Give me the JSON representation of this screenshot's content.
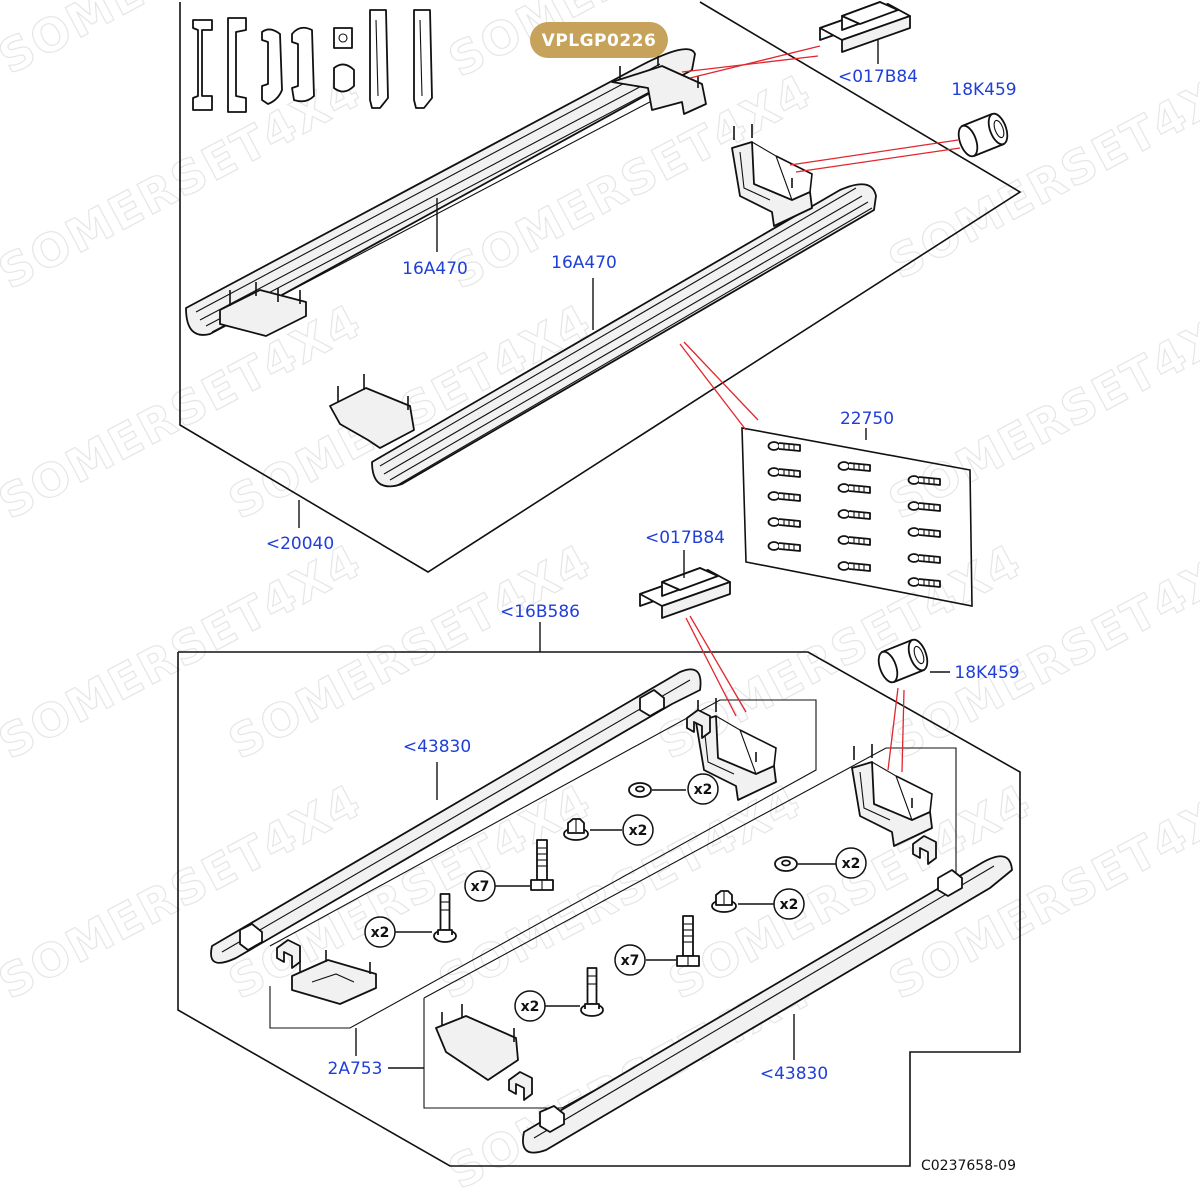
{
  "badge": {
    "text": "VPLGP0226",
    "color": "#c6a25b"
  },
  "diagram_ref": "C0237658-09",
  "watermark": {
    "text": "SOMERSET4X4"
  },
  "label_color": "#1f3fd8",
  "leader_color": "#e1262d",
  "callouts": {
    "part_017b84_top": "<017B84",
    "part_18k459_top": "18K459",
    "part_16a470_left": "16A470",
    "part_16a470_right": "16A470",
    "part_22750": "22750",
    "part_20040": "<20040",
    "part_017b84_mid": "<017B84",
    "part_16b586": "<16B586",
    "part_18k459_mid": "18K459",
    "part_43830_left": "<43830",
    "part_2a753": "2A753",
    "part_43830_bottom": "<43830"
  },
  "quantities": {
    "washer_left": "x2",
    "nut_left": "x2",
    "bolt_left": "x7",
    "stud_left": "x2",
    "washer_right": "x2",
    "nut_right": "x2",
    "bolt_right": "x7",
    "stud_right": "x2"
  }
}
